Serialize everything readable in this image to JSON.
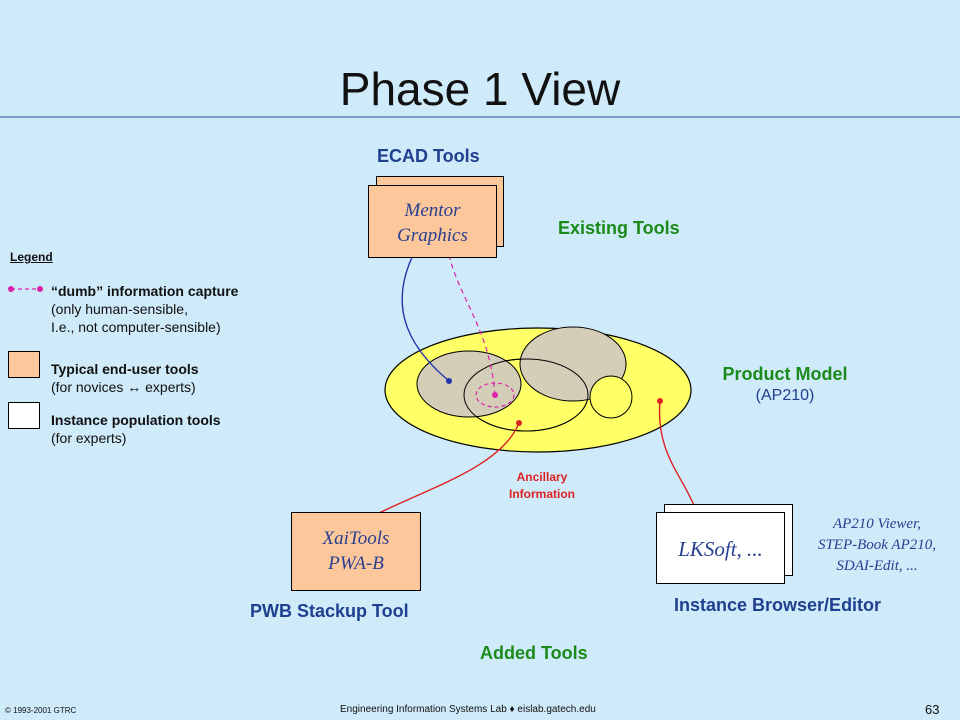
{
  "slide": {
    "title": "Phase 1 View",
    "page_number": "63"
  },
  "top": {
    "ecad_tools": "ECAD Tools",
    "existing_tools": "Existing Tools",
    "mentor_line1": "Mentor",
    "mentor_line2": "Graphics"
  },
  "model": {
    "title": "Product Model",
    "subtitle": "(AP210)",
    "ancillary_line1": "Ancillary",
    "ancillary_line2": "Information"
  },
  "legend": {
    "title": "Legend",
    "dumb_title": "“dumb” information capture",
    "dumb_line2": "(only human-sensible,",
    "dumb_line3": "I.e., not computer-sensible)",
    "typical_title": "Typical end-user tools",
    "typical_line2": "(for novices ↔ experts)",
    "instance_title": "Instance population tools",
    "instance_line2": "(for experts)"
  },
  "bottom": {
    "xai_line1": "XaiTools",
    "xai_line2": "PWA-B",
    "pwb": "PWB Stackup Tool",
    "lksoft": "LKSoft, ...",
    "instance_browser": "Instance Browser/Editor",
    "ap210_line1": "AP210 Viewer,",
    "ap210_line2": "STEP-Book AP210,",
    "ap210_line3": "SDAI-Edit, ...",
    "added_tools": "Added Tools"
  },
  "footer": {
    "copyright": "© 1993-2001  GTRC",
    "lab": "Engineering Information Systems Lab ♦ eislab.gatech.edu"
  },
  "colors": {
    "background": "#cfeaf9",
    "peach": "#fcc79a",
    "ellipse_yellow": "#ffff66",
    "inner_gray": "#d4cdb8",
    "green_label": "#1a8a1a",
    "blue_label": "#1f3f8f",
    "red_link": "#dd2222",
    "navy_link": "#2233aa",
    "magenta_link": "#dd22aa"
  }
}
